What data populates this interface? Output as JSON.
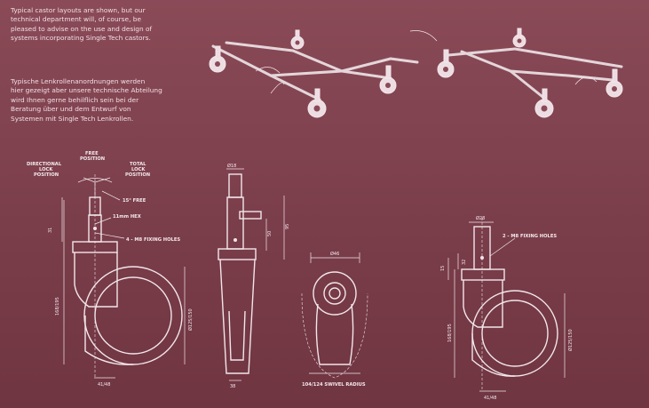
{
  "text": {
    "english": "Typical castor layouts are shown, but our\ntechnical department will, of course, be\npleased to advise on the use and design of\nsystems incorporating Single Tech castors.",
    "german": "Typische Lenkrollenanordnungen werden\nhier gezeigt aber unsere technische Abteilung\nwird Ihnen gerne behilflich sein bei der\nBeratung über und dem Entwurf von\nSystemen mit Single Tech Lenkrollen."
  },
  "drawing1": {
    "free_position": "FREE\nPOSITION",
    "directional_lock": "DIRECTIONAL\nLOCK\nPOSITION",
    "total_lock": "TOTAL\nLOCK\nPOSITION",
    "free_angle": "15° FREE",
    "hex": "11mm HEX",
    "fixing_holes": "4 - M8 FIXING HOLES",
    "dim_top": "31",
    "dim_height": "168/195",
    "dim_wheel": "Ø125/150",
    "dim_width": "41/48"
  },
  "drawing2": {
    "dim_top": "Ø18",
    "dim_mid": "50",
    "dim_side": "95",
    "dim_bottom": "38"
  },
  "drawing3": {
    "dim_top": "Ø46",
    "radius_label": "104/124 SWIVEL RADIUS"
  },
  "drawing4": {
    "dim_top": "Ø28",
    "fixing_holes": "2 - M8 FIXING HOLES",
    "dim_a": "32",
    "dim_b": "15",
    "dim_height": "168/195",
    "dim_wheel": "Ø125/150",
    "dim_width": "41/48"
  }
}
